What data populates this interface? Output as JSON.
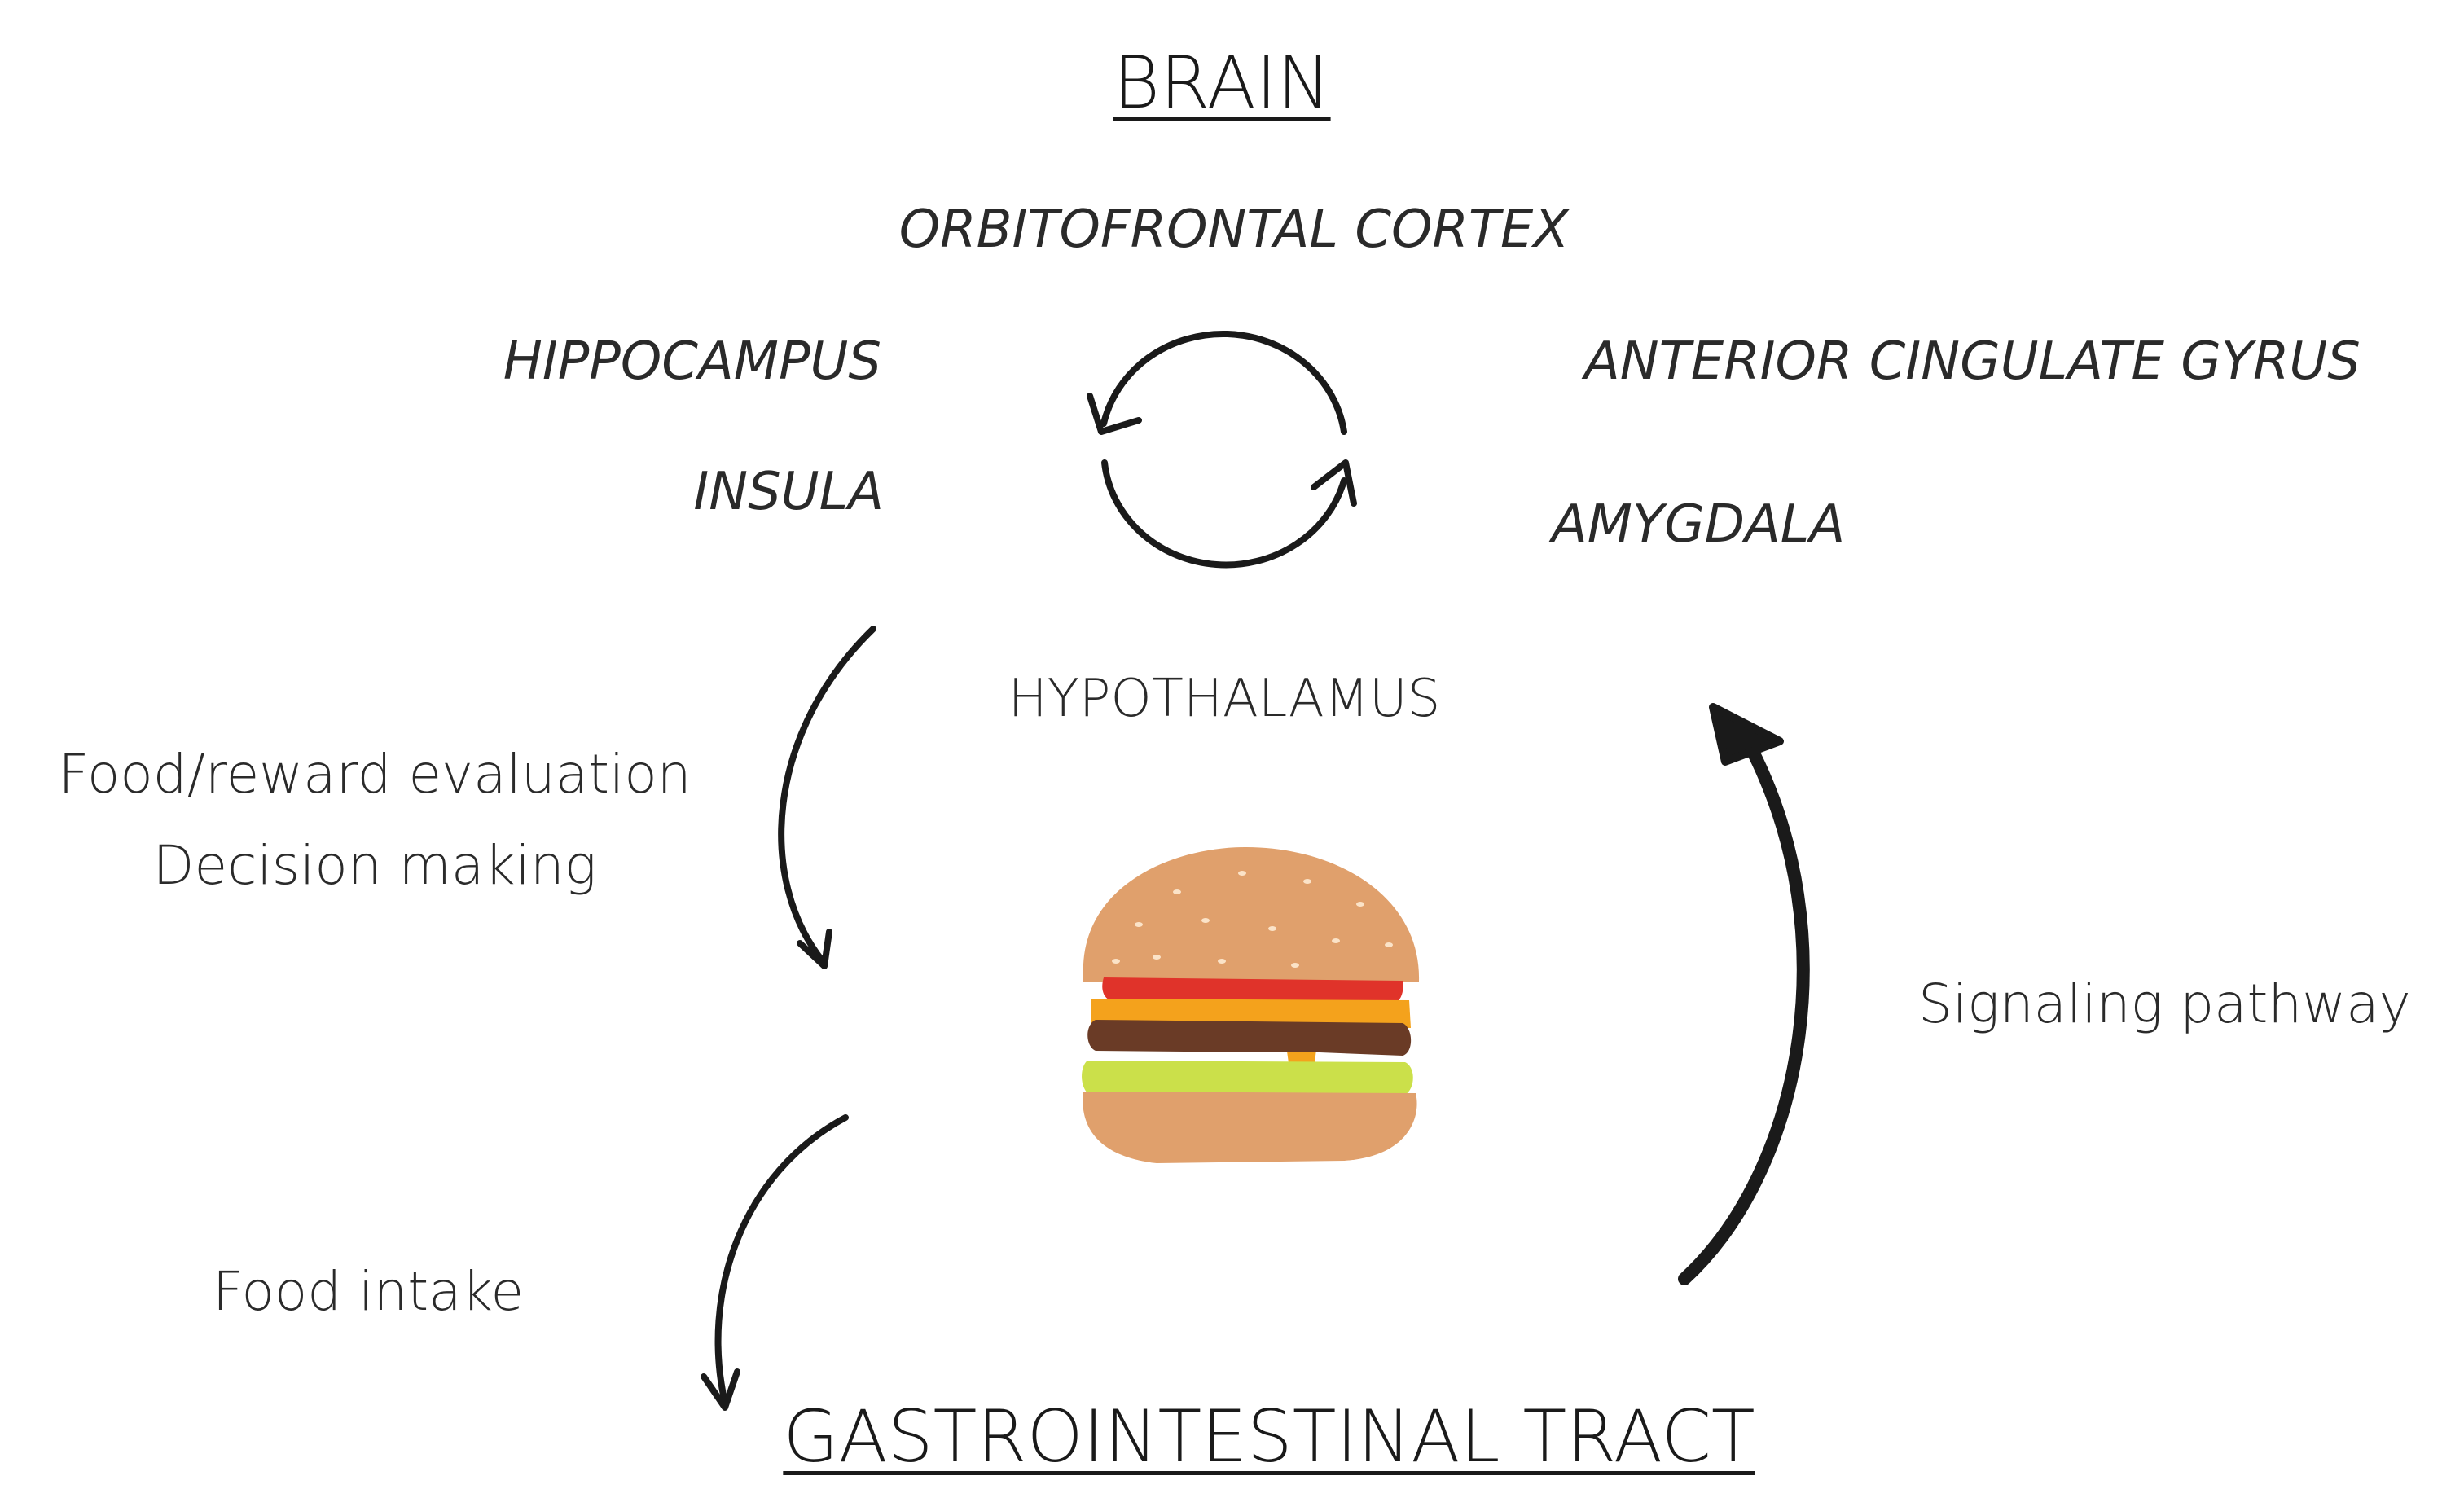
{
  "brain": {
    "title": "BRAIN",
    "regions": {
      "orbitofrontal_cortex": "ORBITOFRONTAL CORTEX",
      "hippocampus": "HIPPOCAMPUS",
      "insula": "INSULA",
      "anterior_cingulate_gyrus": "ANTERIOR CINGULATE GYRUS",
      "amygdala": "AMYGDALA",
      "hypothalamus": "HYPOTHALAMUS"
    }
  },
  "processes": {
    "evaluation_line1": "Food/reward evaluation",
    "evaluation_line2": "Decision making",
    "food_intake": "Food intake",
    "signaling": "Signaling pathway"
  },
  "gut": {
    "title": "GASTROINTESTINAL TRACT"
  },
  "colors": {
    "ink": "#1a1a1a",
    "bun": "#e0a06c",
    "tomato": "#e0332a",
    "cheese": "#f4a21c",
    "patty": "#6a3b26",
    "lettuce": "#cbe04a"
  },
  "icons": [
    "cycle-arrows-icon",
    "burger-icon"
  ]
}
